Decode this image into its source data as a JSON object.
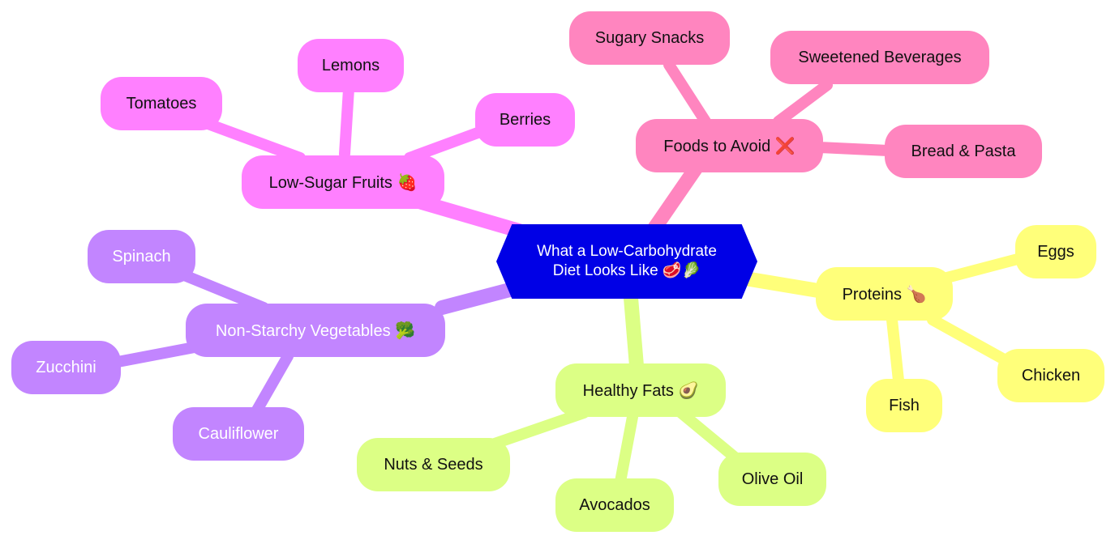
{
  "root": {
    "line1": "What a Low-Carbohydrate",
    "line2": "Diet Looks Like 🥩🥬"
  },
  "branches": {
    "fruits": {
      "label": "Low-Sugar Fruits 🍓",
      "color": "#ff80ff",
      "children": [
        "Tomatoes",
        "Lemons",
        "Berries"
      ]
    },
    "avoid": {
      "label": "Foods to Avoid ❌",
      "color": "#ff85bf",
      "children": [
        "Sugary Snacks",
        "Sweetened Beverages",
        "Bread & Pasta"
      ]
    },
    "proteins": {
      "label": "Proteins 🍗",
      "color": "#ffff7a",
      "children": [
        "Eggs",
        "Chicken",
        "Fish"
      ]
    },
    "fats": {
      "label": "Healthy Fats 🥑",
      "color": "#dcff85",
      "children": [
        "Nuts & Seeds",
        "Avocados",
        "Olive Oil"
      ]
    },
    "vegetables": {
      "label": "Non-Starchy Vegetables 🥦",
      "color": "#c285ff",
      "children": [
        "Spinach",
        "Zucchini",
        "Cauliflower"
      ]
    }
  }
}
